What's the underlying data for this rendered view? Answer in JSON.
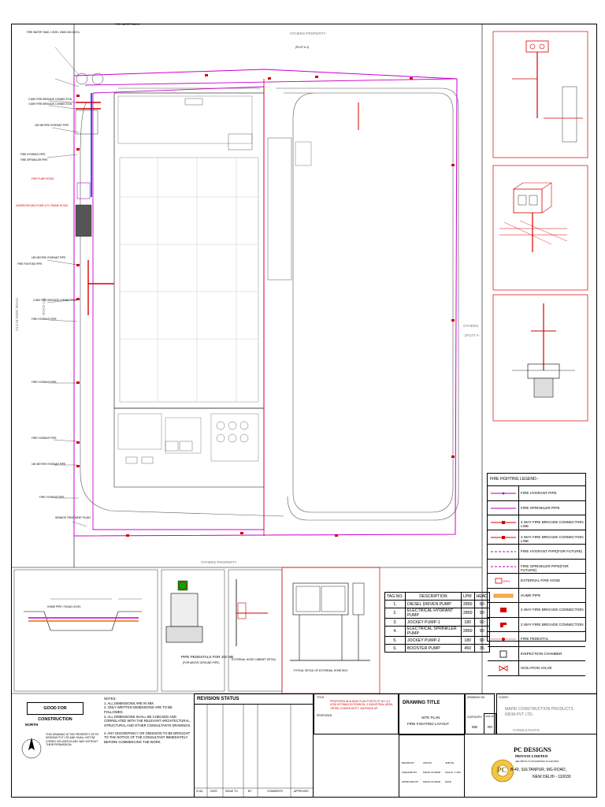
{
  "labels": {
    "others_top": "OTHERS PROPERTY",
    "plot_top": "(PLOT A-1)",
    "others_bottom": "OTHERS PROPERTY",
    "others_right": "OTHERS",
    "plot_right": "(PLOT A-",
    "road": "24.0 M WIDE ROAD",
    "road2": "ROAD LVL"
  },
  "callouts_left": [
    "FIRE WATER TANK-1 SIZE= 20MX13M 150 KL",
    "FIRE WATER TANK-2",
    "2 WAY FIRE BRIGADE CONNECTION",
    "4 WAY FIRE BRIGADE CONNECTION",
    "150 NB FIRE HYDRANT PIPE",
    "FIRE HYDRANT PIPE",
    "FIRE SPRINKLER PIPE",
    "FIRE PUMP ROOM",
    "UNDERGROUND PUMP & FL FRAME ROOM",
    "150 NB FIRE HYDRANT PIPE",
    "FIRE FIGHTING PIPE",
    "2 WAY FIRE BRIGADE CONNECTION",
    "FIRE HYDRANT PIPE",
    "FIRE HYDRANT PIPE",
    "FIRE HYDRANT PIPE",
    "150 NB FIRE HYDRANT PIPE",
    "FIRE HYDRANT PIPE",
    "SEWAGE TREATMENT PLANT"
  ],
  "detail_labels": {
    "d1": "HUME PIPE / ROAD LEVEL",
    "d2": "PIPE PEDESTALS FOR 150 NB",
    "d2b": "(FOR ABOVE GROUND PIPE)",
    "d3": "EXTERNAL HOSE CABINET DETAIL",
    "d4": "TYPICAL DETAIL OF EXTERNAL HOSE BOX"
  },
  "pump_table": {
    "headers": [
      "TAG.NO.",
      "DESCRIPTION",
      "LPM",
      "HEAD"
    ],
    "rows": [
      [
        "1.",
        "DIESEL DRIVEN PUMP",
        "2850",
        "90"
      ],
      [
        "2.",
        "ELECTRICAL HYDRANT PUMP",
        "2850",
        "90"
      ],
      [
        "3.",
        "JOCKEY PUMP-1",
        "180",
        "90"
      ],
      [
        "4.",
        "ELECTRICAL SPRINKLER PUMP",
        "2850",
        "90"
      ],
      [
        "5.",
        "JOCKEY PUMP-2",
        "180",
        "90"
      ],
      [
        "6.",
        "BOOSTER PUMP",
        "450",
        "35"
      ]
    ]
  },
  "legend": {
    "title": "FIRE FIGHTING LEGEND:-",
    "items": [
      {
        "name": "FIRE HYDRANT PIPE",
        "color": "#b000b0",
        "kind": "line-dot"
      },
      {
        "name": "FIRE SPRINKLER PIPE",
        "color": "#b000b0",
        "kind": "line"
      },
      {
        "name": "4 WAY FIRE BRIGADE CONNECTION LINE",
        "color": "#d40000",
        "kind": "line-red"
      },
      {
        "name": "2 WAY FIRE BRIGADE CONNECTION LINE",
        "color": "#d40000",
        "kind": "line-red"
      },
      {
        "name": "FIRE HYDRANT PIPE(FOR FUTURE)",
        "color": "#b000b0",
        "kind": "dashed"
      },
      {
        "name": "FIRE SPRINKLER PIPE(FOR FUTURE)",
        "color": "#b000b0",
        "kind": "dashed"
      },
      {
        "name": "EXTERNAL FIRE HOSE",
        "color": "#d40000",
        "kind": "hose"
      },
      {
        "name": "HUME PIPE",
        "color": "#e07000",
        "kind": "hume"
      },
      {
        "name": "4 WAY FIRE BRIGADE CONNECTION",
        "color": "#d40000",
        "kind": "conn4"
      },
      {
        "name": "2 WAY FIRE BRIGADE CONNECTION",
        "color": "#d40000",
        "kind": "conn2"
      },
      {
        "name": "FIRE PEDESTAL",
        "color": "#d40000",
        "kind": "pedestal"
      },
      {
        "name": "INSPECTION CHAMBER",
        "color": "#000000",
        "kind": "chamber"
      },
      {
        "name": "ISOLATION VALVE",
        "color": "#d40000",
        "kind": "valve"
      }
    ]
  },
  "good_for_construction": "GOOD FOR CONSTRUCTION",
  "north": "NORTH",
  "ownership_note": "THIS DRAWING IS THE PROPERTY OF PC DESIGNS PVT LTD AND SHALL NOT BE COPIED OR USED IN ANY WAY WITHOUT THEIR PERMISSION.",
  "notes": {
    "title": "NOTES:",
    "items": [
      "1.  ALL DIMENSIONS ARE IN MM.",
      "2.  ONLY WRITTEN DIMENSIONS ARE TO BE FOLLOWED.",
      "3.  ALL DIMENSIONS SHALL BE CHECKED AND CORRELATED WITH THE RELEVANT ARCHITECTURAL, STRUCTURAL AND OTHER CONSULTANTS DRAWINGS.",
      "4.  ANY DISCREPANCY OR OMISSION TO BE BROUGHT TO THE NOTICE OF THE CONSULTANT IMMEDIATELY BEFORE COMMENCING THE WORK."
    ]
  },
  "revision": {
    "title": "REVISION STATUS",
    "cols": [
      "S.NO.",
      "DATE",
      "ISSUE TO",
      "BY",
      "COMMENTS",
      "APPROVED"
    ]
  },
  "title_block": {
    "title_label": "TITLE:",
    "project_label": "PROPOSED:",
    "title_text": "PROPOSED BUILDING PLAN FOR PLOT NO. A-1 KOSI KOTWAN EXTENSION -2 INDUSTRIAL AREA, TEHSIL CHHATA DISTT- MATHURA UP",
    "drawing_title_label": "DRAWING  TITLE",
    "drawing_title_1": "SITE PLAN",
    "drawing_title_2": "FIRE FIGHTING LAYOUT",
    "drawing_no_label": "DRAWING NO.",
    "client_label": "CLIENT:",
    "client": "MAPEI CONSTRUCTION PRODUCTS INDIA PVT LTD.",
    "category_label": "CATEGORY",
    "status_label": "STATUS",
    "category": "MD",
    "status": "R0",
    "consultants": "CONSULTANTS:",
    "company": "PC DESIGNS",
    "company2": "PRIVATE LIMITED",
    "company3": "ARCHITECTS   ENGINEERS   PLANNERS",
    "address": "B-40, SULTANPUR, MG ROAD,",
    "address2": "NEW DELHI - 110030",
    "meta": [
      {
        "k": "DRAWN BY",
        "v": "ANOOP"
      },
      {
        "k": "CHECKED BY",
        "v": "MANOJ KUMAR"
      },
      {
        "k": "APPROVED BY",
        "v": "MANOJ KUMAR"
      },
      {
        "k": "JOB NO.",
        "v": ""
      },
      {
        "k": "SCALE",
        "v": "1:250"
      },
      {
        "k": "DATE",
        "v": ""
      }
    ]
  }
}
